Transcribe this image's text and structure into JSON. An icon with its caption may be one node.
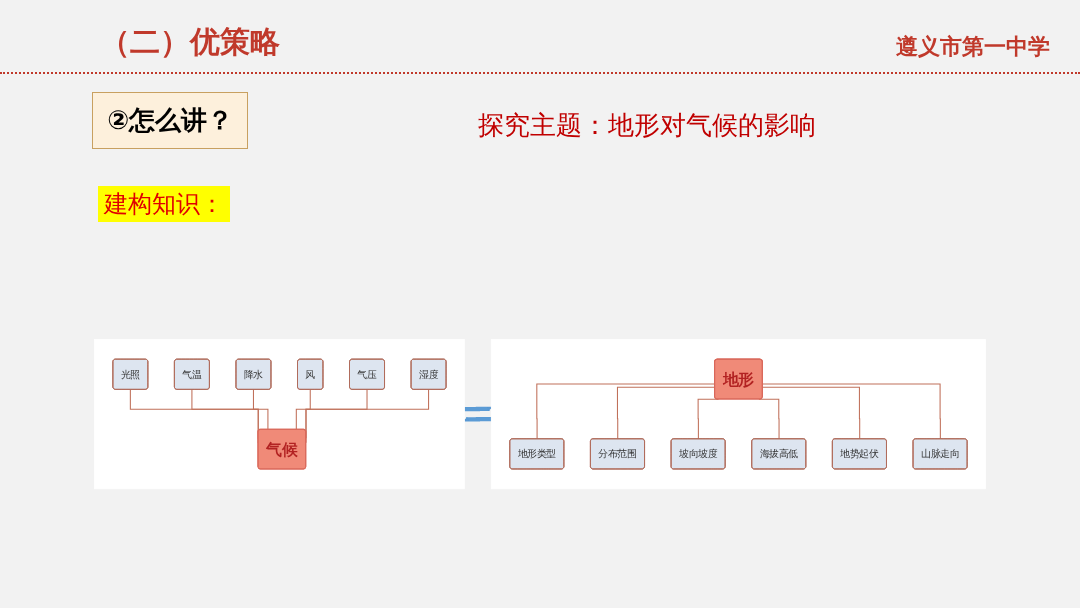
{
  "diagram": {
    "title": "（二）优策略",
    "nodes": [
      {
        "text": [],
        "shape": "box"
      },
      {
        "text": [
          "地形"
        ],
        "in": 0
      },
      {
        "text": [
          "地形类型"
        ],
        "in": 0
      },
      {
        "text": [
          "分布范围"
        ],
        "in": 0
      },
      {
        "text": [
          "坡向坡度"
        ],
        "in": 0
      },
      {
        "text": [
          "海拔高低"
        ],
        "in": 0
      },
      {
        "text": [
          "地势起伏"
        ],
        "in": 0
      },
      {
        "text": [
          "山脉走向"
        ],
        "in": 0
      },
      {
        "text": [],
        "shape": "box"
      },
      {
        "text": [
          "光照"
        ],
        "in": 8
      },
      {
        "text": [
          "气温"
        ],
        "in": 8
      },
      {
        "text": [
          "降水"
        ],
        "in": 8
      },
      {
        "text": [
          "风"
        ],
        "in": 8
      },
      {
        "text": [
          "气压"
        ],
        "in": 8
      },
      {
        "text": [
          "湿度"
        ],
        "in": 8
      },
      {
        "text": [
          "气候"
        ],
        "in": 8
      }
    ],
    "edges": [
      {
        "from": 1,
        "to": 2,
        "arrow": "none"
      },
      {
        "from": 1,
        "to": 3,
        "arrow": "none"
      },
      {
        "from": 1,
        "to": 4,
        "arrow": "none"
      },
      {
        "from": 1,
        "to": 5,
        "arrow": "none"
      },
      {
        "from": 1,
        "to": 6,
        "arrow": "none"
      },
      {
        "from": 1,
        "to": 7,
        "arrow": "none"
      },
      {
        "from": 9,
        "to": 15,
        "arrow": "none"
      },
      {
        "from": 10,
        "to": 15,
        "arrow": "none"
      },
      {
        "from": 11,
        "to": 15,
        "arrow": "none"
      },
      {
        "from": 12,
        "to": 15,
        "arrow": "none"
      },
      {
        "from": 13,
        "to": 15,
        "arrow": "none"
      },
      {
        "from": 14,
        "to": 15,
        "arrow": "none"
      },
      {
        "from": 0,
        "to": 8,
        "arrow": "to",
        "style": "thick",
        "color": "#5b9bd5"
      },
      {
        "from": 8,
        "to": 0,
        "arrow": "to",
        "style": "thick",
        "color": "#5b9bd5"
      }
    ],
    "labels": [
      "遵义市第一中学",
      "②怎么讲？",
      "探究主题：地形对气候的影响",
      "建构知识："
    ]
  }
}
